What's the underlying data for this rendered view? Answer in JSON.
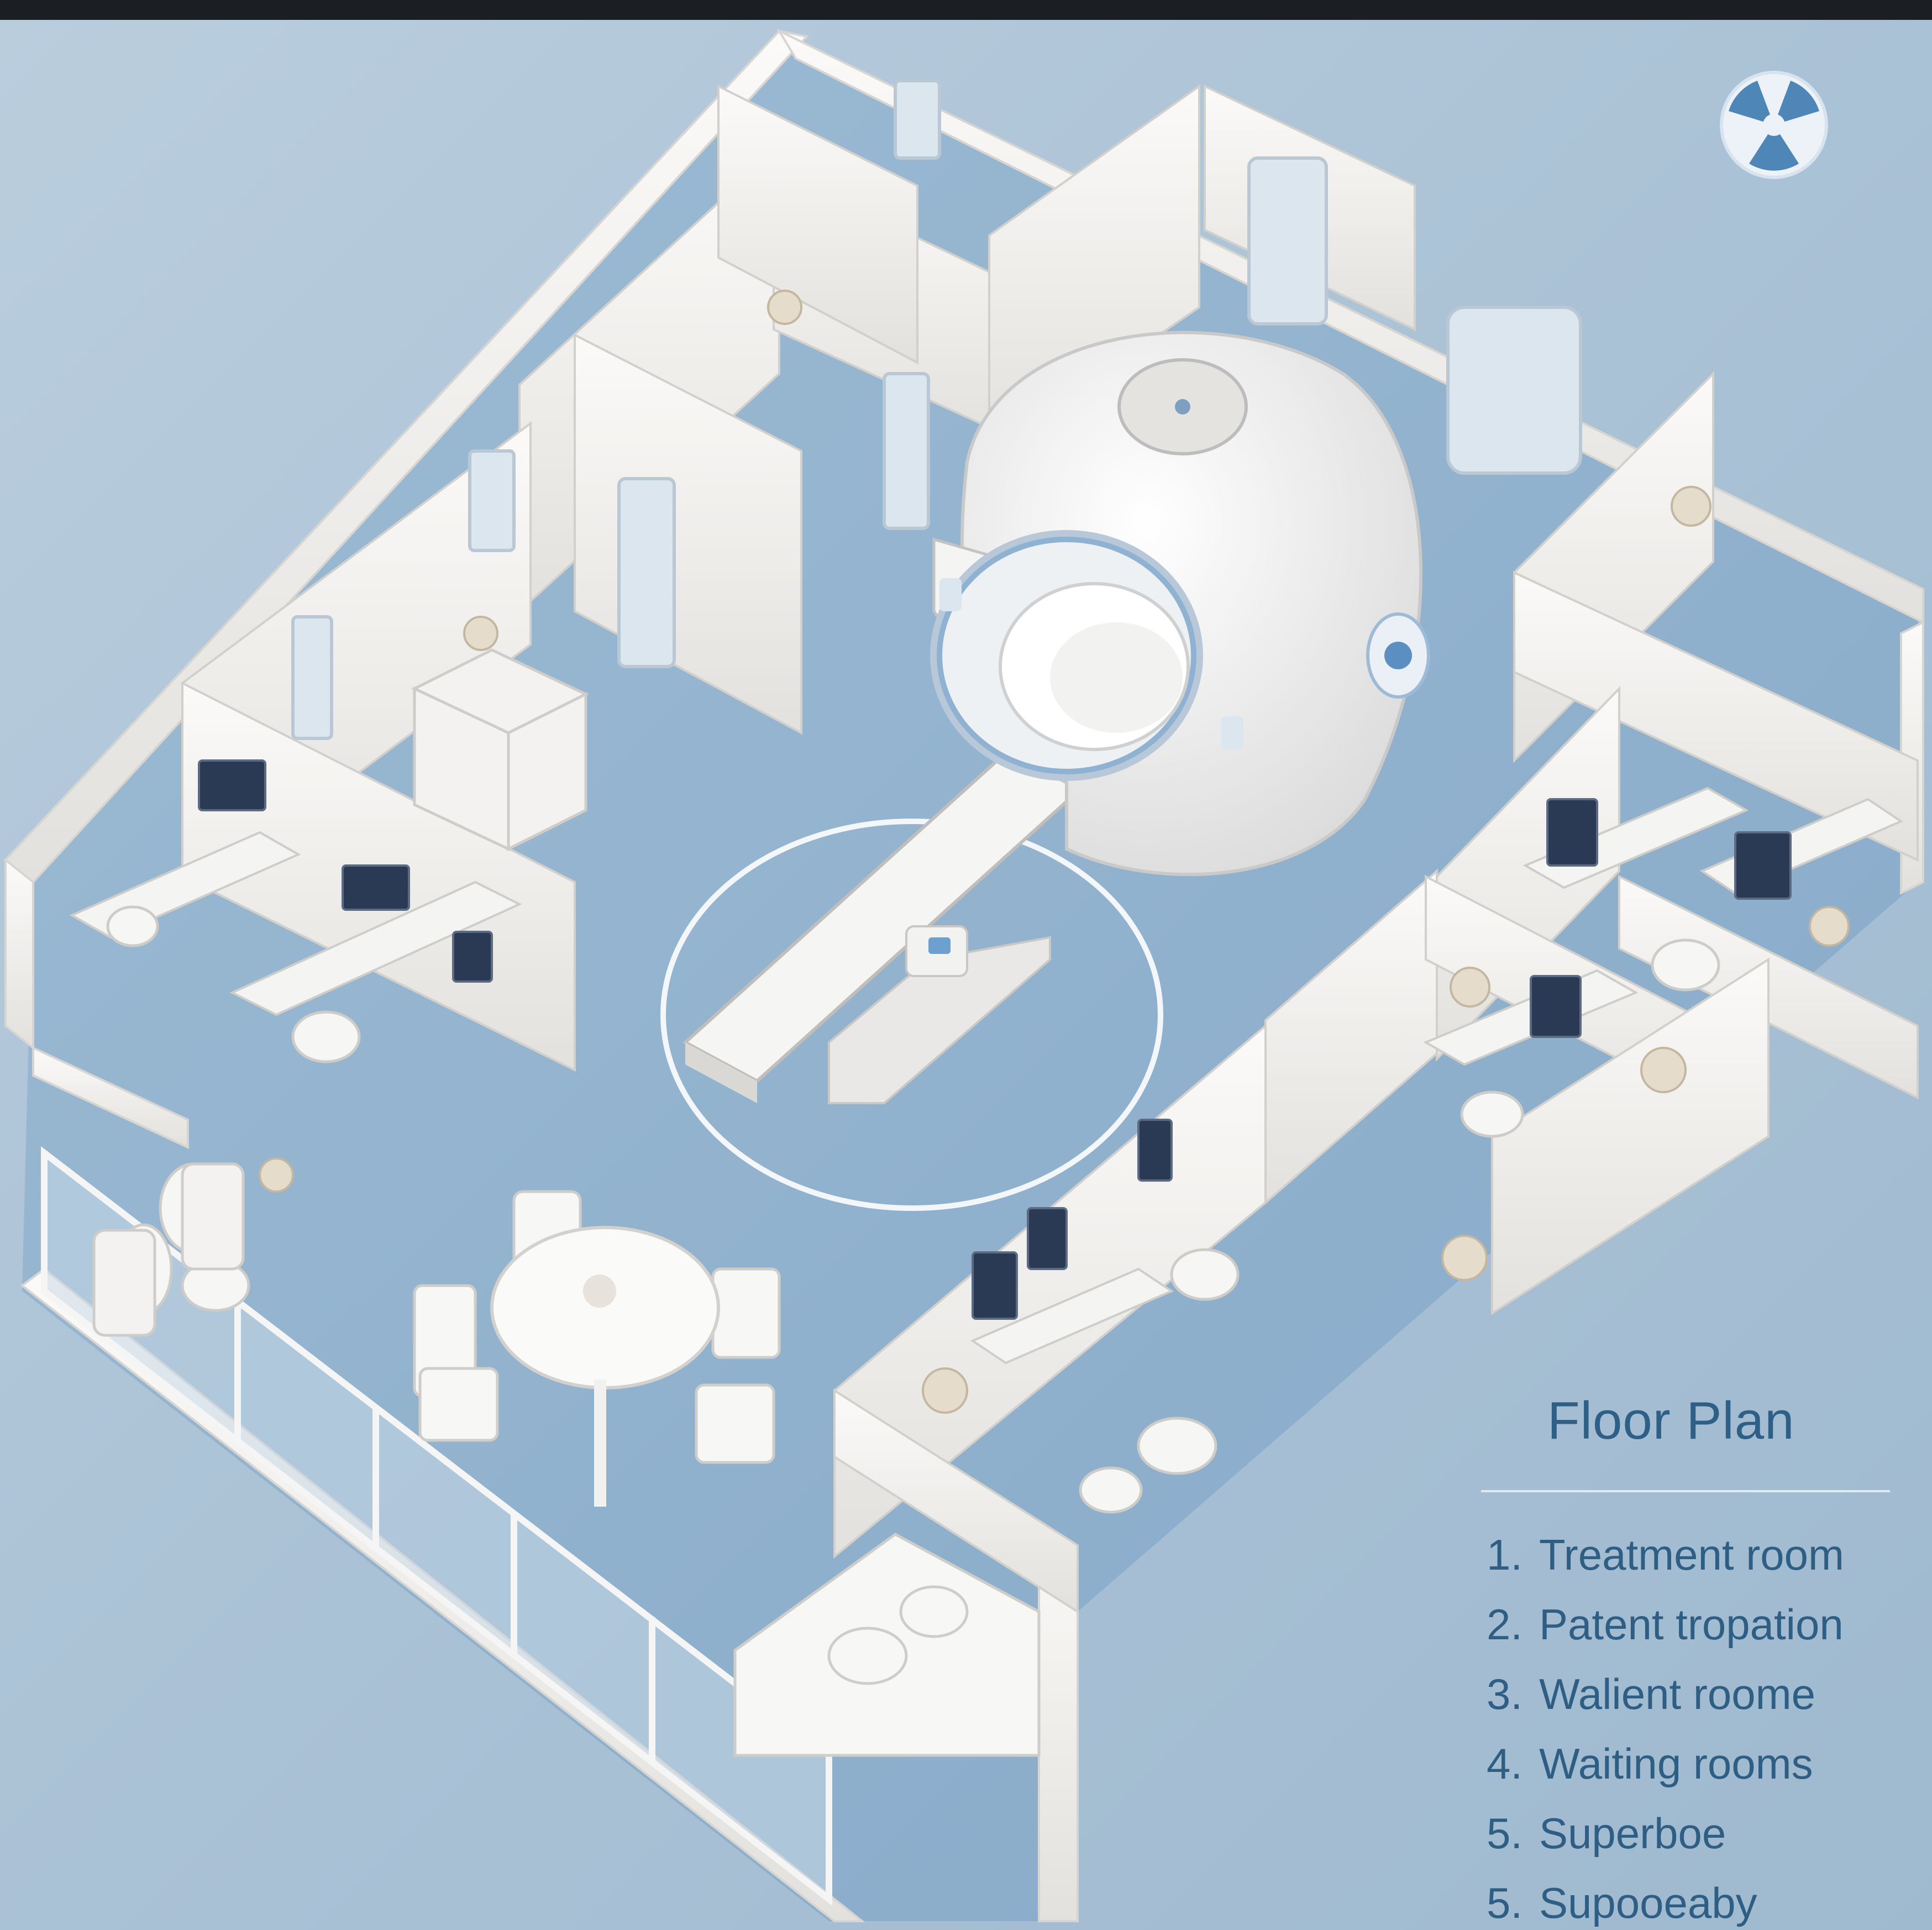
{
  "legend": {
    "title": "Floor Plan",
    "items": [
      {
        "num": "1.",
        "label": "Treatment room"
      },
      {
        "num": "2.",
        "label": "Patent tropation"
      },
      {
        "num": "3.",
        "label": "Walient roome"
      },
      {
        "num": "4.",
        "label": "Waiting rooms"
      },
      {
        "num": "5.",
        "label": "Superboe"
      },
      {
        "num": "5.",
        "label": "Supooeaby"
      }
    ]
  },
  "colors": {
    "background": "#a9c1d5",
    "floor": "#8fb0cc",
    "wall": "#f3f1ee",
    "accent": "#2e5f86"
  },
  "icons": [
    "radiation-icon"
  ]
}
